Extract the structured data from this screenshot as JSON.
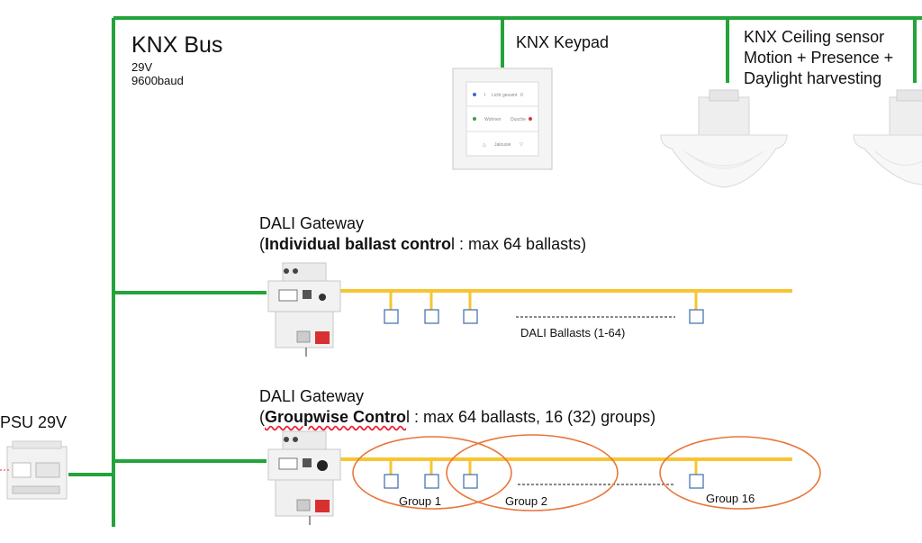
{
  "bus": {
    "title": "KNX Bus",
    "voltage": "29V",
    "baud": "9600baud"
  },
  "keypad": {
    "title": "KNX Keypad",
    "rows": [
      {
        "left": "I",
        "label": "Licht gesamt",
        "right": "0"
      },
      {
        "left": "",
        "label": "Wohnen",
        "right": "Dusche"
      },
      {
        "left": "△",
        "label": "Jalousie",
        "right": "▽"
      }
    ]
  },
  "sensor": {
    "title_line1": "KNX Ceiling sensor",
    "title_line2": "Motion + Presence +",
    "title_line3": "Daylight harvesting"
  },
  "gateway1": {
    "line1": "DALI Gateway",
    "open_paren": "(",
    "bold_part": "Individual ballast contro",
    "rest": "l : max 64 ballasts)",
    "ballast_label": "DALI Ballasts  (1-64)"
  },
  "gateway2": {
    "line1": "DALI Gateway",
    "open_paren": "(",
    "bold_part": "Groupwise Contro",
    "rest": "l : max 64 ballasts, 16 (32) groups)",
    "groups": [
      "Group 1",
      "Group 2",
      "Group 16"
    ]
  },
  "psu": {
    "title": "PSU 29V"
  },
  "colors": {
    "knx_line": "#23a33a",
    "dali_line": "#f7c531",
    "group_ellipse": "#e8763a",
    "ballast_box": "#3d6cab"
  }
}
